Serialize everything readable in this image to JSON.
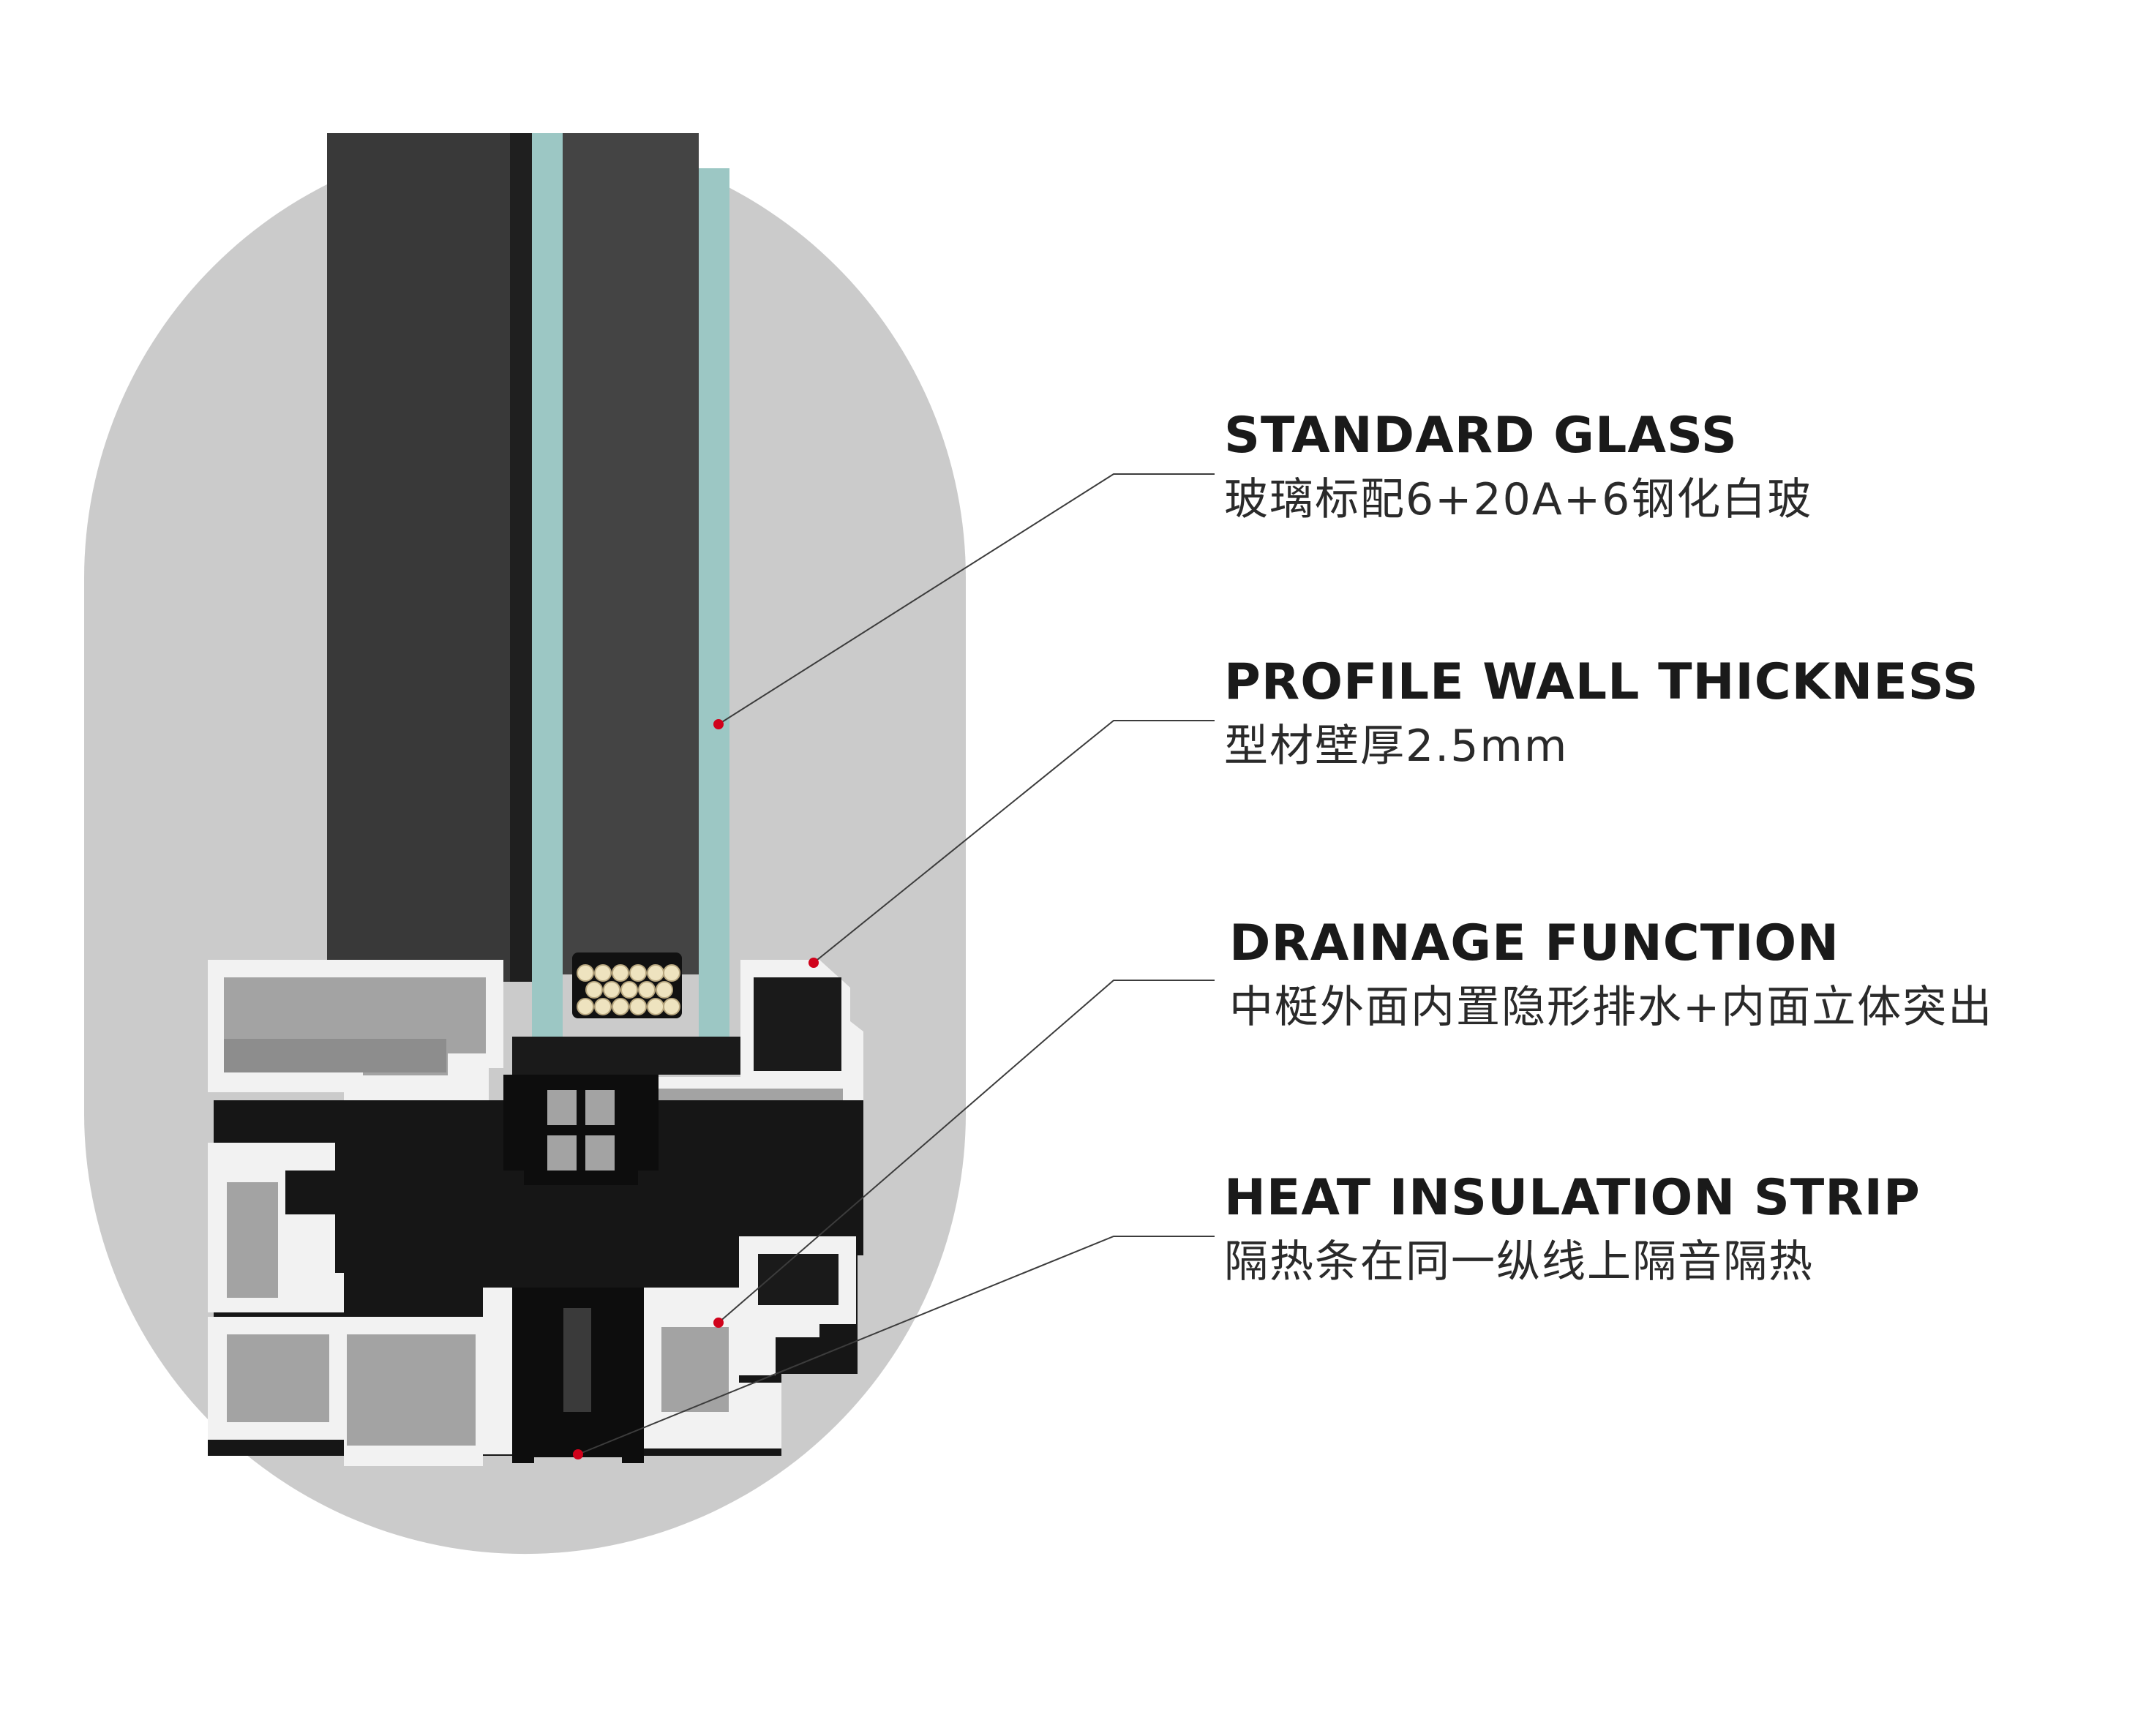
{
  "colors": {
    "background_pill": "#cbcbcb",
    "glass_panel": "#424242",
    "glass_edge": "#9cc7c4",
    "profile_fill": "#f2f2f2",
    "profile_cavity": "#a3a3a3",
    "insulation_strip": "#161616",
    "callout_dot": "#d0021b",
    "callout_line": "#3c3c3c"
  },
  "callouts": [
    {
      "title": "STANDARD GLASS",
      "subtitle": "玻璃标配6+20A+6钢化白玻"
    },
    {
      "title": "PROFILE WALL THICKNESS",
      "subtitle": "型材壁厚2.5mm"
    },
    {
      "title": "DRAINAGE FUNCTION",
      "subtitle": "中梃外面内置隐形排水+内面立体突出"
    },
    {
      "title": "HEAT INSULATION STRIP",
      "subtitle": "隔热条在同一纵线上隔音隔热"
    }
  ]
}
